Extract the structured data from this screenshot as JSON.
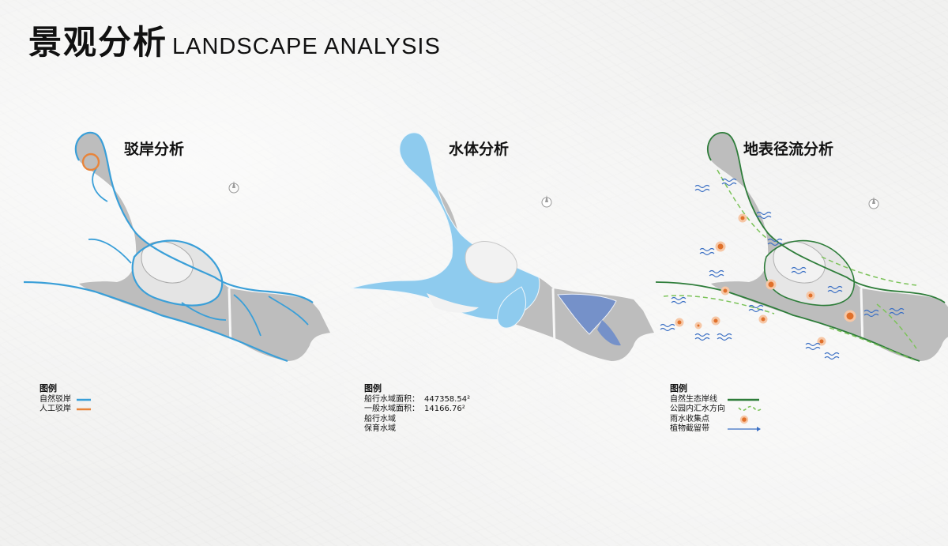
{
  "header": {
    "title_cn": "景观分析",
    "title_en": "LANDSCAPE ANALYSIS"
  },
  "panels": [
    {
      "title": "驳岸分析",
      "legend": {
        "title": "图例",
        "items": [
          {
            "label": "自然驳岸",
            "color": "#3a9fd8"
          },
          {
            "label": "人工驳岸",
            "color": "#e8843a"
          }
        ]
      }
    },
    {
      "title": "水体分析",
      "legend": {
        "title": "图例",
        "items": [
          {
            "label": "船行水域面积：",
            "value": "447358.54²"
          },
          {
            "label": "一般水域面积：",
            "value": "14166.76²"
          },
          {
            "label": "船行水域",
            "color": "#8ecbee"
          },
          {
            "label": "保育水域",
            "color": "#7591c9"
          }
        ]
      }
    },
    {
      "title": "地表径流分析",
      "legend": {
        "title": "图例",
        "items": [
          {
            "label": "自然生态岸线",
            "color": "#2e7d3a"
          },
          {
            "label": "公园内汇水方向",
            "color": "#7cc35a"
          },
          {
            "label": "雨水收集点",
            "color": "#e0702a"
          },
          {
            "label": "植物截留带",
            "color": "#3a6fc4"
          }
        ]
      }
    }
  ],
  "colors": {
    "land": "#bdbdbd",
    "land_light": "#e4e4e4",
    "water_natural": "#3a9fd8",
    "water_artificial": "#e8843a",
    "water_nav": "#8ecbee",
    "water_cons": "#7591c9",
    "eco_line": "#2e7d3a",
    "flow_dir": "#7cc35a",
    "rain_point": "#e0702a",
    "plant_band": "#3a6fc4"
  },
  "icons": [
    "compass-icon",
    "rain-collection-icon",
    "wave-icon"
  ]
}
